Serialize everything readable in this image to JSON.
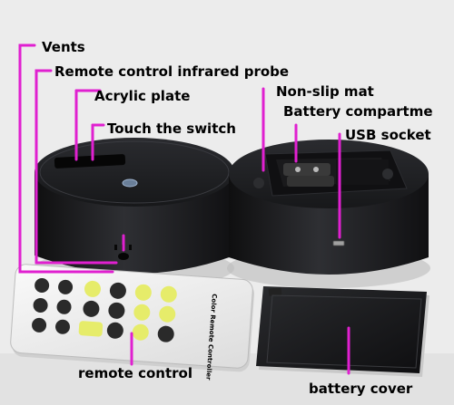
{
  "labels": {
    "vents": "Vents",
    "remote_probe": "Remote control infrared probe",
    "acrylic_plate": "Acrylic plate",
    "touch_switch": "Touch the switch",
    "non_slip_mat": "Non-slip mat",
    "battery_compartment": "Battery compartme",
    "usb_socket": "USB socket",
    "remote_control": "remote control",
    "battery_cover": "battery cover"
  },
  "remote_text": "Color Remote Controller",
  "colors": {
    "leader_line": "#e020d0",
    "background": "#ececec",
    "base_dark": "#1c1c1e",
    "remote_body": "#f4f4f4",
    "button_yellow": "#e6ec6a",
    "button_black": "#2a2a2a"
  }
}
